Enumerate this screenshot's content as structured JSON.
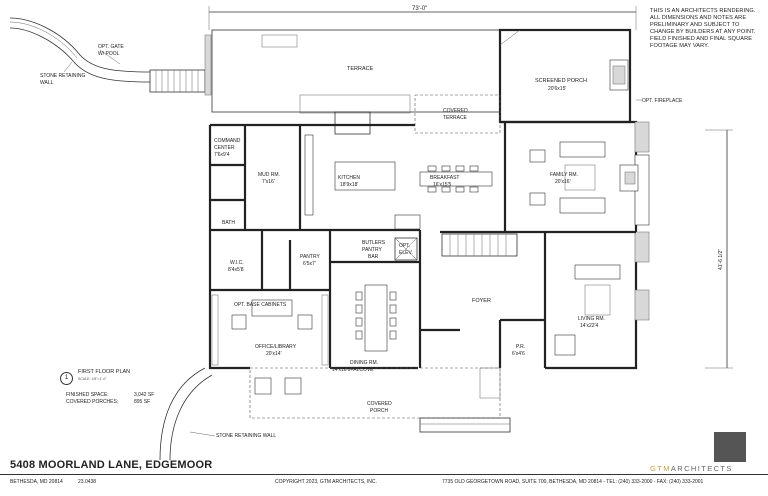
{
  "project": {
    "title": "5408 MOORLAND LANE, EDGEMOOR",
    "city": "BETHESDA, MD 20814",
    "job_number": "23.0438"
  },
  "disclaimer": "THIS IS AN ARCHITECTS RENDERING. ALL DIMENSIONS AND NOTES ARE PRELIMINARY AND SUBJECT TO CHANGE BY BUILDERS AT ANY POINT. FIELD FINISHED AND FINAL SQUARE FOOTAGE MAY VARY.",
  "plan": {
    "number": "1",
    "name": "FIRST FLOOR PLAN",
    "scale": "SCALE: 1/8\"=1'-0\"",
    "stats": [
      {
        "label": "FINISHED SPACE:",
        "value": "3,042 SF"
      },
      {
        "label": "COVERED PORCHES:",
        "value": "895 SF"
      }
    ]
  },
  "dimensions": {
    "overall_width": "73'-0\"",
    "overall_depth": "41'-6 1/2\""
  },
  "rooms": {
    "terrace": "TERRACE",
    "screened_porch": "SCREENED PORCH",
    "screened_porch_size": "20'6x15'",
    "covered_terrace": "COVERED\nTERRACE",
    "command_center": "COMMAND\nCENTER",
    "command_center_size": "7'6x9'4",
    "mud_rm": "MUD RM.",
    "mud_rm_size": "7'x16'",
    "kitchen": "KITCHEN",
    "kitchen_size": "18'9x18'",
    "breakfast": "BREAKFAST",
    "breakfast_size": "16'x15'5",
    "family_rm": "FAMILY RM.",
    "family_rm_size": "20'x16'",
    "bath": "BATH",
    "wic": "W.I.C.",
    "wic_size": "8'4x5'8",
    "pantry": "PANTRY",
    "pantry_size": "6'5x7'",
    "butlers_pantry": "BUTLERS\nPANTRY",
    "bar": "BAR",
    "opt_elev": "OPT.\nELEV.",
    "foyer": "FOYER",
    "living_rm": "LIVING RM.",
    "living_rm_size": "14'x22'4",
    "opt_base_cabinets": "OPT. BASE CABINETS",
    "office_library": "OFFICE/LIBRARY",
    "office_library_size": "20'x14'",
    "dining_rm": "DINING RM.",
    "dining_rm_size": "14'x16'6+ALCOVE",
    "pr": "P.R.",
    "pr_size": "6'x4'6",
    "covered_porch": "COVERED\nPORCH"
  },
  "callouts": {
    "opt_gate": "OPT. GATE\nW/ POOL",
    "stone_wall_top": "STONE RETAINING\nWALL",
    "stone_wall_bottom": "STONE RETAINING WALL",
    "opt_fireplace": "OPT. FIREPLACE"
  },
  "footer": {
    "copyright": "COPYRIGHT 2023, GTM ARCHITECTS, INC.",
    "office": "7735 OLD GEORGETOWN ROAD, SUITE 700, BETHESDA, MD 20814 - TEL: (240) 333-2000 - FAX: (240) 333-2001",
    "firm_prefix": "GTM",
    "firm_suffix": "ARCHITECTS"
  }
}
